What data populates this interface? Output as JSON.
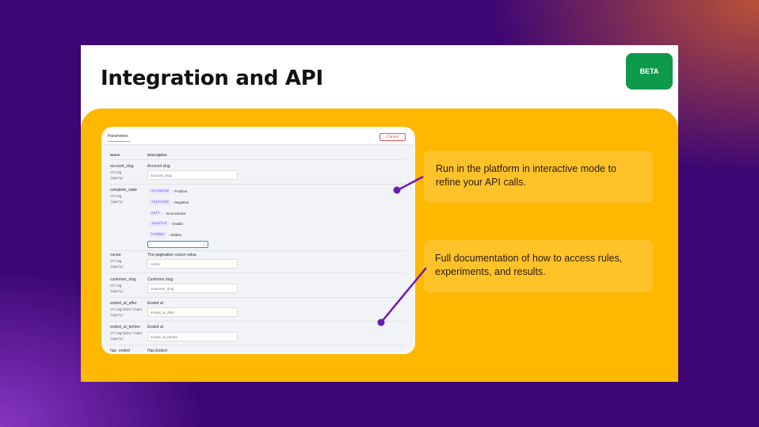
{
  "slide": {
    "title": "Integration and API",
    "badge": "BETA"
  },
  "colors": {
    "background": "#3d0674",
    "panel": "#ffb800",
    "badge": "#0e9a4c",
    "dot": "#6a1bb3"
  },
  "screenshot": {
    "tab": "Parameters",
    "cancel": "Cancel",
    "headers": {
      "name": "Name",
      "description": "Description"
    },
    "params": [
      {
        "name": "account_slug",
        "type": "string",
        "loc": "(query)",
        "desc": "Account slug",
        "input": "account_slug"
      },
      {
        "name": "complete_state",
        "type": "string",
        "loc": "(query)",
        "desc": "",
        "input": ""
      },
      {
        "name": "cursor",
        "type": "string",
        "loc": "(query)",
        "desc": "The pagination cursor value.",
        "input": "cursor"
      },
      {
        "name": "customer_slug",
        "type": "string",
        "loc": "(query)",
        "desc": "Customer slug",
        "input": "customer_slug"
      },
      {
        "name": "ended_at_after",
        "type": "string(date-time)",
        "loc": "(query)",
        "desc": "Ended at",
        "input": "ended_at_after"
      },
      {
        "name": "ended_at_before",
        "type": "string(date-time)",
        "loc": "(query)",
        "desc": "Ended at",
        "input": "ended_at_before"
      },
      {
        "name": "has_ended",
        "type": "",
        "loc": "",
        "desc": "Has Ended",
        "input": ""
      }
    ],
    "states": [
      {
        "code": "accepted",
        "label": "- Positive"
      },
      {
        "code": "rejected",
        "label": "- Negative"
      },
      {
        "code": "null",
        "label": "- Inconclusive"
      },
      {
        "code": "invalid",
        "label": "- Invalid"
      },
      {
        "code": "hidden",
        "label": "- Hidden"
      }
    ],
    "select_value": "--",
    "select_arrow": "⌄"
  },
  "callouts": [
    {
      "text": "Run in the platform in interactive mode to refine your API calls."
    },
    {
      "text": "Full documentation of how to access rules, experiments, and results."
    }
  ]
}
